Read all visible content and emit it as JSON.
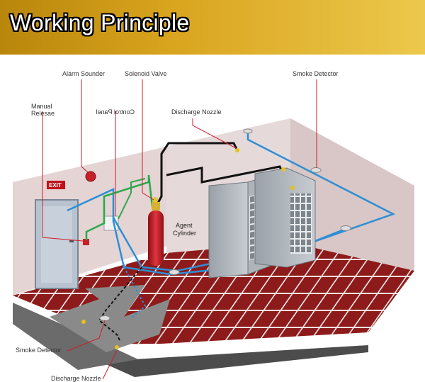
{
  "header": {
    "title": "Working Principle"
  },
  "labels": {
    "alarm_sounder": "Alarm Sounder",
    "solenoid_valve": "Solenoid Valve",
    "smoke_detector_top": "Smoke Detector",
    "manual_release_1": "Manual",
    "manual_release_2": "Relesae",
    "control_panel": "Control Panel",
    "discharge_nozzle_top": "Discharge Nozzle",
    "agent_cylinder_1": "Agent",
    "agent_cylinder_2": "Cylinder",
    "smoke_detector_bottom": "Smoke Detector",
    "discharge_nozzle_bottom": "Discharge Nozzle",
    "exit_sign": "EXIT"
  },
  "colors": {
    "banner_start": "#b8860b",
    "banner_end": "#ecc84c",
    "wall": "#e9dcdc",
    "floor_tile": "#8e1b1b",
    "floor_grout": "#f2f2f2",
    "detection_wire": "#2b8fd6",
    "control_wire": "#2ca84a",
    "agent_pipe": "#111111",
    "cylinder": "#c8202a",
    "callout_line": "#d01c2a",
    "label_text": "#333333"
  },
  "icons": {
    "alarm": "alarm-sounder-icon",
    "cylinder": "agent-cylinder-icon",
    "detector": "smoke-detector-icon",
    "nozzle": "discharge-nozzle-icon"
  }
}
